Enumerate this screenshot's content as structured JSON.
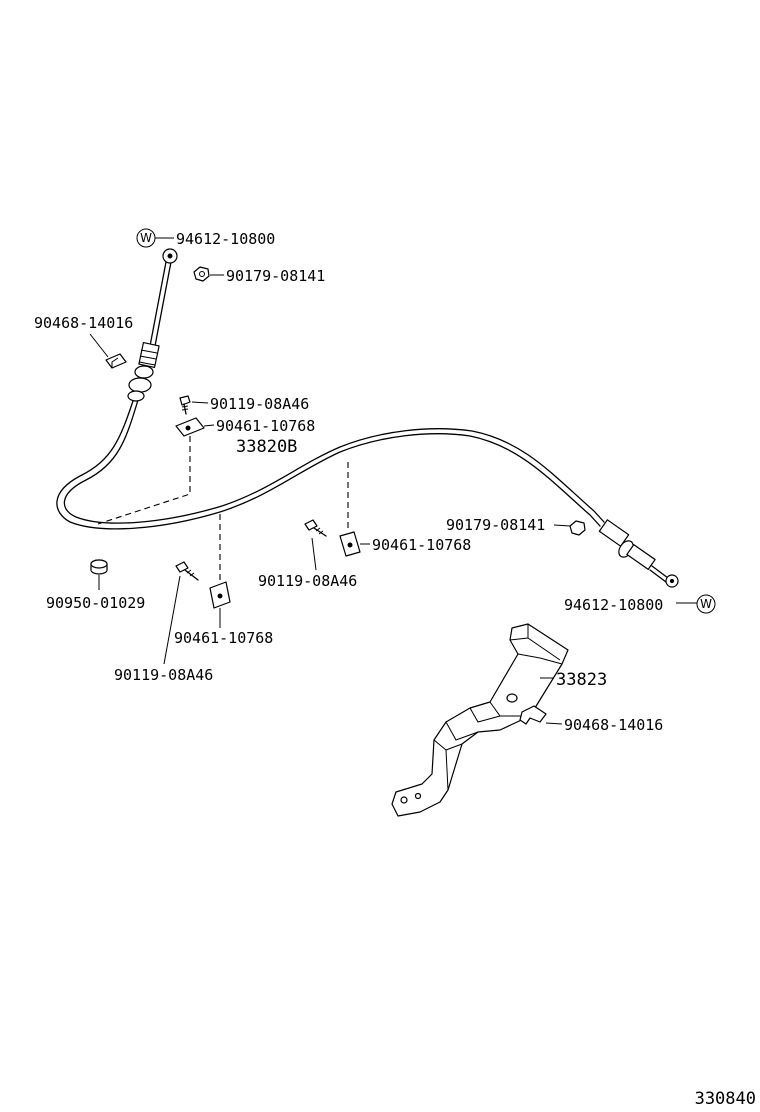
{
  "reference_number": "330840",
  "parts": {
    "pin_top": "94612-10800",
    "pin_right": "94612-10800",
    "nut_top": "90179-08141",
    "nut_right": "90179-08141",
    "clip_top": "90468-14016",
    "clip_bracket": "90468-14016",
    "bolt_a": "90119-08A46",
    "bolt_b": "90119-08A46",
    "bolt_c": "90119-08A46",
    "clamp_a": "90461-10768",
    "clamp_b": "90461-10768",
    "clamp_c": "90461-10768",
    "cable": "33820B",
    "bracket": "33823",
    "plug": "90950-01029"
  },
  "washer_symbol": "W"
}
